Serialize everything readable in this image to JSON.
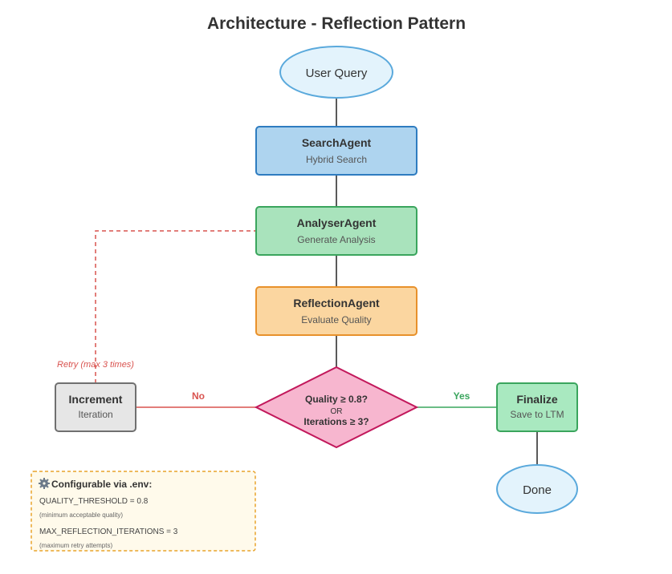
{
  "title": "Architecture - Reflection Pattern",
  "nodes": {
    "user_query": {
      "label": "User Query"
    },
    "search_agent": {
      "title": "SearchAgent",
      "subtitle": "Hybrid Search"
    },
    "analyser_agent": {
      "title": "AnalyserAgent",
      "subtitle": "Generate Analysis"
    },
    "reflection_agent": {
      "title": "ReflectionAgent",
      "subtitle": "Evaluate Quality"
    },
    "decision": {
      "line1": "Quality ≥ 0.8?",
      "line2": "OR",
      "line3": "Iterations ≥ 3?"
    },
    "increment": {
      "title": "Increment",
      "subtitle": "Iteration"
    },
    "finalize": {
      "title": "Finalize",
      "subtitle": "Save to LTM"
    },
    "done": {
      "label": "Done"
    }
  },
  "edges": {
    "no_label": "No",
    "yes_label": "Yes",
    "retry_label": "Retry (max 3 times)"
  },
  "config": {
    "icon": "gear-icon",
    "title": "Configurable via .env:",
    "threshold": "QUALITY_THRESHOLD = 0.8",
    "threshold_note": "(minimum acceptable quality)",
    "max_iter": "MAX_REFLECTION_ITERATIONS = 3",
    "max_iter_note": "(maximum retry attempts)"
  },
  "colors": {
    "search_fill": "#aed4ef",
    "search_stroke": "#2e7cc0",
    "analyser_fill": "#a9e3bc",
    "analyser_stroke": "#3aa55d",
    "reflection_fill": "#fbd6a0",
    "reflection_stroke": "#e8912b",
    "decision_fill": "#f7b6cf",
    "decision_stroke": "#c2185b",
    "increment_fill": "#e6e6e6",
    "increment_stroke": "#707070",
    "finalize_fill": "#a9e9c0",
    "finalize_stroke": "#3aa55d",
    "oval_fill": "#e3f3fc",
    "oval_stroke": "#5aa9dc",
    "no_color": "#d9534f",
    "yes_color": "#3aa55d",
    "config_fill": "#fffaeb",
    "config_stroke": "#e8a32b"
  }
}
